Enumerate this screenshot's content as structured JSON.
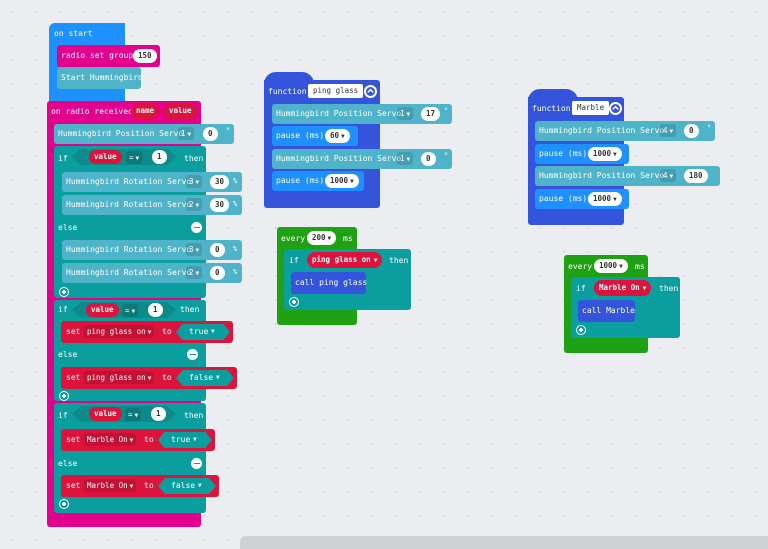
{
  "colors": {
    "radio": "#e3008c",
    "hb": "#4fb3c9",
    "logic": "#0a9e9e",
    "vars": "#dc143c",
    "func": "#3455db",
    "loops": "#1fa114",
    "basic": "#1e90ff"
  },
  "on_start": {
    "header": "on start",
    "radio_label": "radio set group",
    "radio_group": "150",
    "start_label": "Start Hummingbird"
  },
  "radio_received": {
    "header": "on radio received",
    "param1": "name",
    "param2": "value",
    "pos_servo": {
      "label": "Hummingbird Position Servo",
      "port": "1",
      "value": "0",
      "unit": "°"
    },
    "if_kw": "if",
    "then_kw": "then",
    "else_kw": "else",
    "eq": "=",
    "cond_var": "value",
    "cond_val": "1",
    "rot_label": "Hummingbird Rotation Servo",
    "pct": "%",
    "rot1": {
      "port": "3",
      "value": "30"
    },
    "rot2": {
      "port": "2",
      "value": "30"
    },
    "rot3": {
      "port": "3",
      "value": "0"
    },
    "rot4": {
      "port": "2",
      "value": "0"
    },
    "set_kw": "set",
    "to_kw": "to",
    "var_ping": "ping glass on",
    "var_marble": "Marble On",
    "true": "true",
    "false": "false"
  },
  "func_ping": {
    "kw": "function",
    "name": "ping glass",
    "servo_label": "Hummingbird Position Servo",
    "s1_port": "1",
    "s1_val": "17",
    "unit": "°",
    "pause_label": "pause (ms)",
    "p1": "60",
    "s2_port": "1",
    "s2_val": "0",
    "p2": "1000"
  },
  "func_marble": {
    "kw": "function",
    "name": "Marble",
    "servo_label": "Hummingbird Position Servo",
    "s1_port": "4",
    "s1_val": "0",
    "unit": "°",
    "pause_label": "pause (ms)",
    "p1": "1000",
    "s2_port": "4",
    "s2_val": "180",
    "p2": "1000"
  },
  "every_ping": {
    "kw": "every",
    "ms": "200",
    "ms_kw": "ms",
    "if_kw": "if",
    "var": "ping glass on",
    "then_kw": "then",
    "call": "call ping glass"
  },
  "every_marble": {
    "kw": "every",
    "ms": "1000",
    "ms_kw": "ms",
    "if_kw": "if",
    "var": "Marble On",
    "then_kw": "then",
    "call": "call Marble"
  }
}
